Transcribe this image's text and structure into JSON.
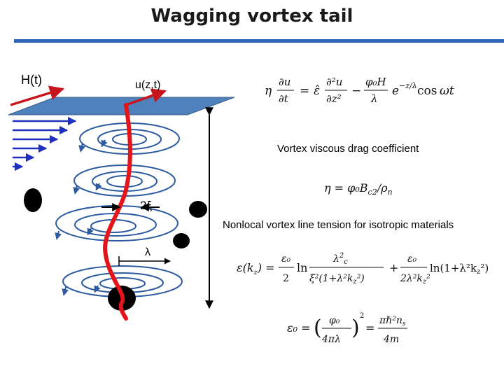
{
  "title": "Wagging vortex tail",
  "labels": {
    "field": "H(t)",
    "displacement": "u(z,t)",
    "core_size": "2ξ",
    "penetration_depth": "λ"
  },
  "sections": {
    "drag_heading": "Vortex viscous drag coefficient",
    "tension_heading": "Nonlocal vortex line tension for isotropic materials"
  },
  "equations": {
    "motion": "η ∂u/∂t = ε̂ ∂²u/∂z² − (φ₀H/λ) e^(−z/λ) cos ωt",
    "drag": "η = φ₀B_c2/ρ_n",
    "tension": "ε(k_z) = (ε₀/2) ln[λ_c²/(ξ²(1+λ²k_z²))] + (ε₀/(2λ²k_z²)) ln(1+λ²k_z²),",
    "epsilon0": "ε₀ = (φ₀/(4πλ))² = πℏ²n_s/(4m)"
  },
  "colors": {
    "title_rule": "#2e64b8",
    "surface_fill": "#4f81bd",
    "surface_edge": "#3a5f8a",
    "vortex_line": "#e3141a",
    "current_arrows": "#1f2fbf",
    "field_arrows": "#c8141b",
    "flow_rings": "#2c5aa0"
  }
}
